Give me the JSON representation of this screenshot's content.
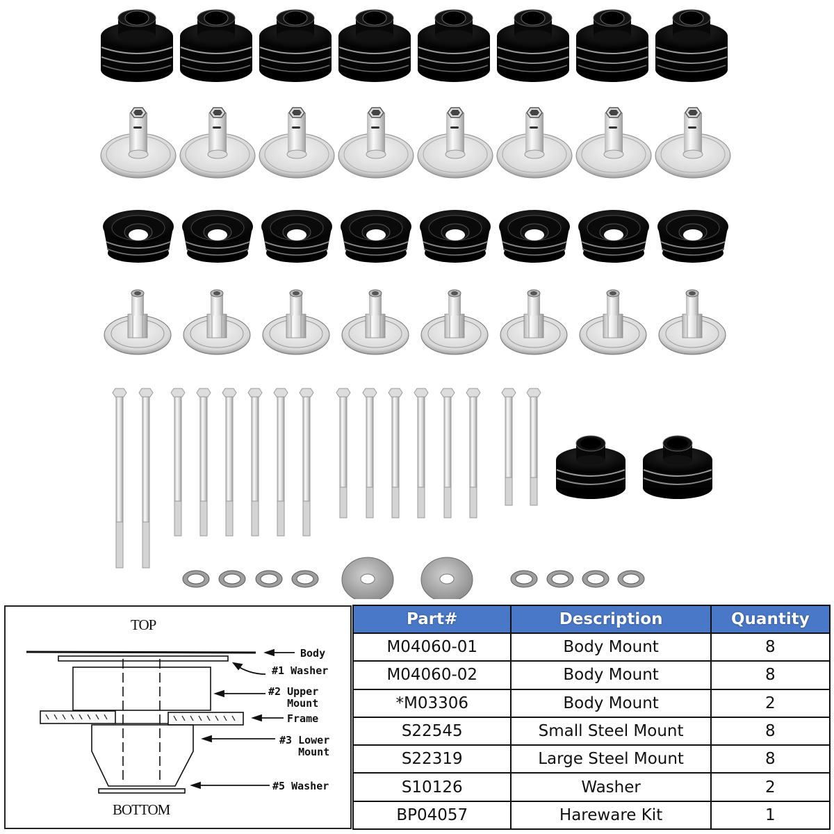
{
  "product_photo": {
    "rows": [
      {
        "name": "upper-body-mount-black",
        "count": 8,
        "color": "#0a0a0a"
      },
      {
        "name": "large-steel-mount-hex-sleeve",
        "count": 8,
        "color": "#d8d8d8"
      },
      {
        "name": "lower-body-mount-black",
        "count": 8,
        "color": "#0a0a0a"
      },
      {
        "name": "small-steel-mount-hex-sleeve",
        "count": 8,
        "color": "#d0d0d0"
      }
    ],
    "bolts": {
      "long": 2,
      "medium": 6,
      "short": 6,
      "shortest": 2
    },
    "extra_body_mounts": 2,
    "small_washers": 8,
    "large_washers": 2
  },
  "diagram": {
    "top_label": "TOP",
    "bottom_label": "BOTTOM",
    "labels": {
      "body": "Body",
      "washer1": "#1 Washer",
      "upper_mount": "#2 Upper\n   Mount",
      "frame": "Frame",
      "lower_mount": "#3 Lower\n   Mount",
      "washer5": "#5 Washer"
    }
  },
  "table": {
    "header_color": "#4a78c8",
    "columns": [
      "Part#",
      "Description",
      "Quantity"
    ],
    "rows": [
      {
        "part": "M04060-01",
        "description": "Body Mount",
        "quantity": "8"
      },
      {
        "part": "M04060-02",
        "description": "Body Mount",
        "quantity": "8"
      },
      {
        "part": "*M03306",
        "description": "Body Mount",
        "quantity": "2"
      },
      {
        "part": "S22545",
        "description": "Small Steel Mount",
        "quantity": "8"
      },
      {
        "part": "S22319",
        "description": "Large Steel Mount",
        "quantity": "8"
      },
      {
        "part": "S10126",
        "description": "Washer",
        "quantity": "2"
      },
      {
        "part": "BP04057",
        "description": "Hareware Kit",
        "quantity": "1"
      }
    ]
  }
}
